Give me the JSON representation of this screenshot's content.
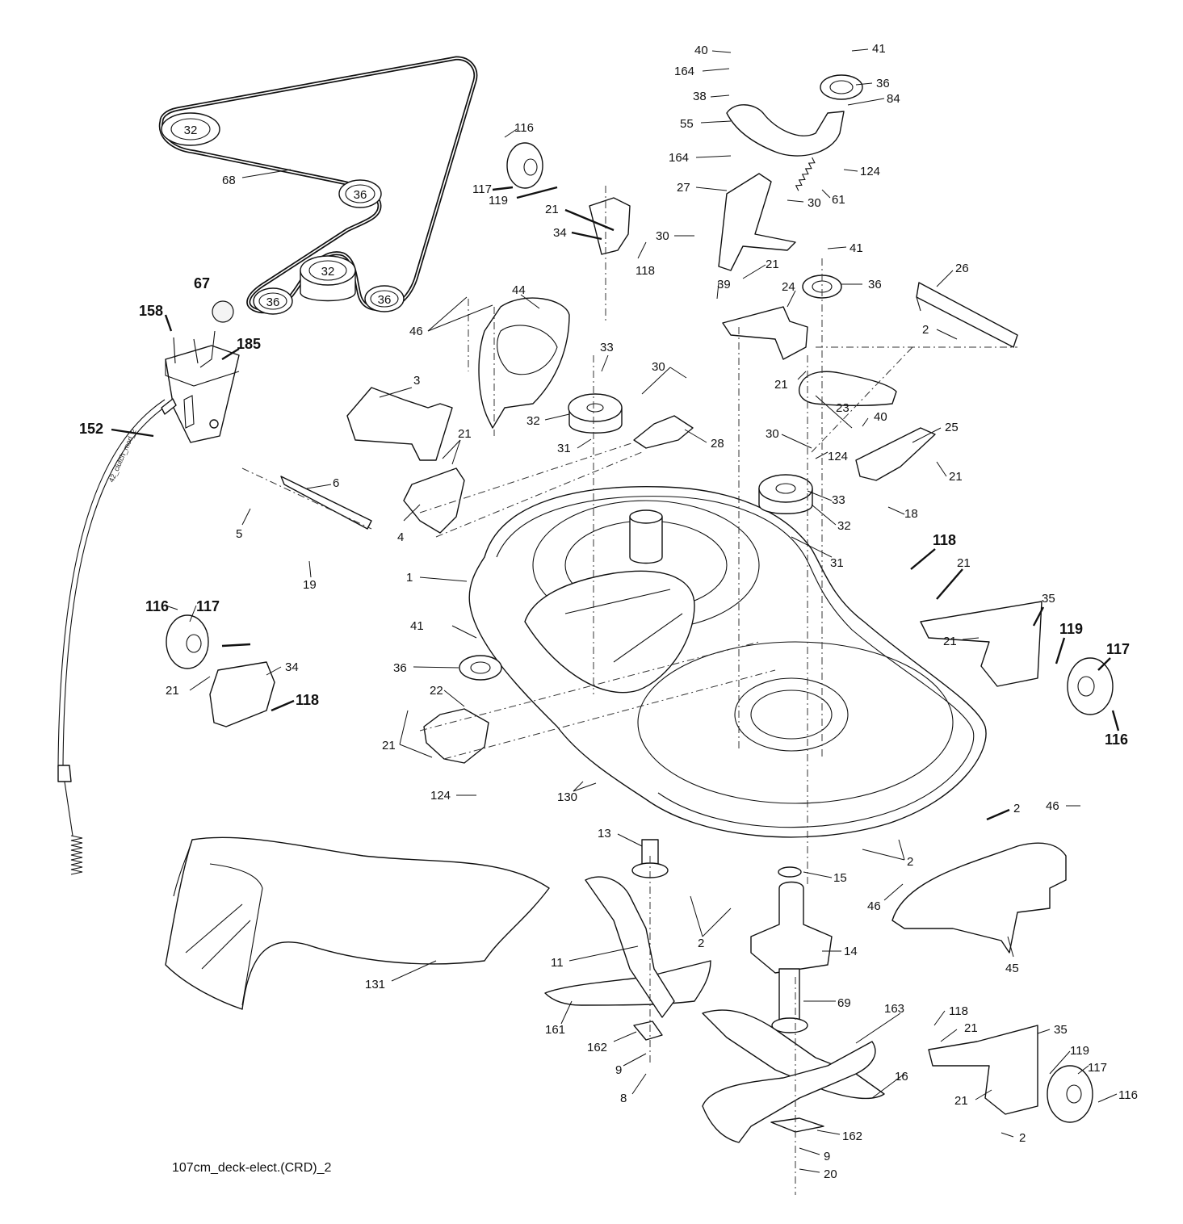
{
  "footer_code": "107cm_deck-elect.(CRD)_2",
  "cable_text": "42_clutch_mod_2",
  "belt_pulley_labels": [
    "32",
    "36",
    "32",
    "36",
    "36"
  ],
  "part_labels": [
    {
      "id": "40",
      "text": "40"
    },
    {
      "id": "41",
      "text": "41"
    },
    {
      "id": "164",
      "text": "164"
    },
    {
      "id": "36",
      "text": "36"
    },
    {
      "id": "38",
      "text": "38"
    },
    {
      "id": "84",
      "text": "84"
    },
    {
      "id": "55",
      "text": "55"
    },
    {
      "id": "116",
      "text": "116"
    },
    {
      "id": "164",
      "text": "164"
    },
    {
      "id": "124",
      "text": "124"
    },
    {
      "id": "68",
      "text": "68"
    },
    {
      "id": "117",
      "text": "117"
    },
    {
      "id": "119",
      "text": "119"
    },
    {
      "id": "61",
      "text": "61"
    },
    {
      "id": "27",
      "text": "27"
    },
    {
      "id": "21",
      "text": "21"
    },
    {
      "id": "30",
      "text": "30"
    },
    {
      "id": "34",
      "text": "34"
    },
    {
      "id": "30",
      "text": "30"
    },
    {
      "id": "118",
      "text": "118"
    },
    {
      "id": "41",
      "text": "41"
    },
    {
      "id": "26",
      "text": "26"
    },
    {
      "id": "67",
      "text": "67"
    },
    {
      "id": "21",
      "text": "21"
    },
    {
      "id": "39",
      "text": "39"
    },
    {
      "id": "24",
      "text": "24"
    },
    {
      "id": "36",
      "text": "36"
    },
    {
      "id": "158",
      "text": "158"
    },
    {
      "id": "44",
      "text": "44"
    },
    {
      "id": "185",
      "text": "185"
    },
    {
      "id": "46",
      "text": "46"
    },
    {
      "id": "2",
      "text": "2"
    },
    {
      "id": "33",
      "text": "33"
    },
    {
      "id": "30",
      "text": "30"
    },
    {
      "id": "21",
      "text": "21"
    },
    {
      "id": "3",
      "text": "3"
    },
    {
      "id": "23",
      "text": "23"
    },
    {
      "id": "152",
      "text": "152"
    },
    {
      "id": "32",
      "text": "32"
    },
    {
      "id": "40",
      "text": "40"
    },
    {
      "id": "28",
      "text": "28"
    },
    {
      "id": "25",
      "text": "25"
    },
    {
      "id": "30",
      "text": "30"
    },
    {
      "id": "21",
      "text": "21"
    },
    {
      "id": "31",
      "text": "31"
    },
    {
      "id": "124",
      "text": "124"
    },
    {
      "id": "21",
      "text": "21"
    },
    {
      "id": "6",
      "text": "6"
    },
    {
      "id": "33",
      "text": "33"
    },
    {
      "id": "18",
      "text": "18"
    },
    {
      "id": "5",
      "text": "5"
    },
    {
      "id": "4",
      "text": "4"
    },
    {
      "id": "32",
      "text": "32"
    },
    {
      "id": "31",
      "text": "31"
    },
    {
      "id": "118",
      "text": "118"
    },
    {
      "id": "19",
      "text": "19"
    },
    {
      "id": "21",
      "text": "21"
    },
    {
      "id": "1",
      "text": "1"
    },
    {
      "id": "35",
      "text": "35"
    },
    {
      "id": "116",
      "text": "116"
    },
    {
      "id": "117",
      "text": "117"
    },
    {
      "id": "41",
      "text": "41"
    },
    {
      "id": "119",
      "text": "119"
    },
    {
      "id": "21",
      "text": "21"
    },
    {
      "id": "117",
      "text": "117"
    },
    {
      "id": "34",
      "text": "34"
    },
    {
      "id": "36",
      "text": "36"
    },
    {
      "id": "21",
      "text": "21"
    },
    {
      "id": "118",
      "text": "118"
    },
    {
      "id": "22",
      "text": "22"
    },
    {
      "id": "116",
      "text": "116"
    },
    {
      "id": "21",
      "text": "21"
    },
    {
      "id": "124",
      "text": "124"
    },
    {
      "id": "130",
      "text": "130"
    },
    {
      "id": "2",
      "text": "2"
    },
    {
      "id": "46",
      "text": "46"
    },
    {
      "id": "13",
      "text": "13"
    },
    {
      "id": "2",
      "text": "2"
    },
    {
      "id": "15",
      "text": "15"
    },
    {
      "id": "46",
      "text": "46"
    },
    {
      "id": "2",
      "text": "2"
    },
    {
      "id": "14",
      "text": "14"
    },
    {
      "id": "11",
      "text": "11"
    },
    {
      "id": "45",
      "text": "45"
    },
    {
      "id": "131",
      "text": "131"
    },
    {
      "id": "69",
      "text": "69"
    },
    {
      "id": "163",
      "text": "163"
    },
    {
      "id": "161",
      "text": "161"
    },
    {
      "id": "118",
      "text": "118"
    },
    {
      "id": "21",
      "text": "21"
    },
    {
      "id": "35",
      "text": "35"
    },
    {
      "id": "162",
      "text": "162"
    },
    {
      "id": "119",
      "text": "119"
    },
    {
      "id": "9",
      "text": "9"
    },
    {
      "id": "16",
      "text": "16"
    },
    {
      "id": "117",
      "text": "117"
    },
    {
      "id": "8",
      "text": "8"
    },
    {
      "id": "21",
      "text": "21"
    },
    {
      "id": "116",
      "text": "116"
    },
    {
      "id": "162",
      "text": "162"
    },
    {
      "id": "2",
      "text": "2"
    },
    {
      "id": "9",
      "text": "9"
    },
    {
      "id": "20",
      "text": "20"
    }
  ]
}
